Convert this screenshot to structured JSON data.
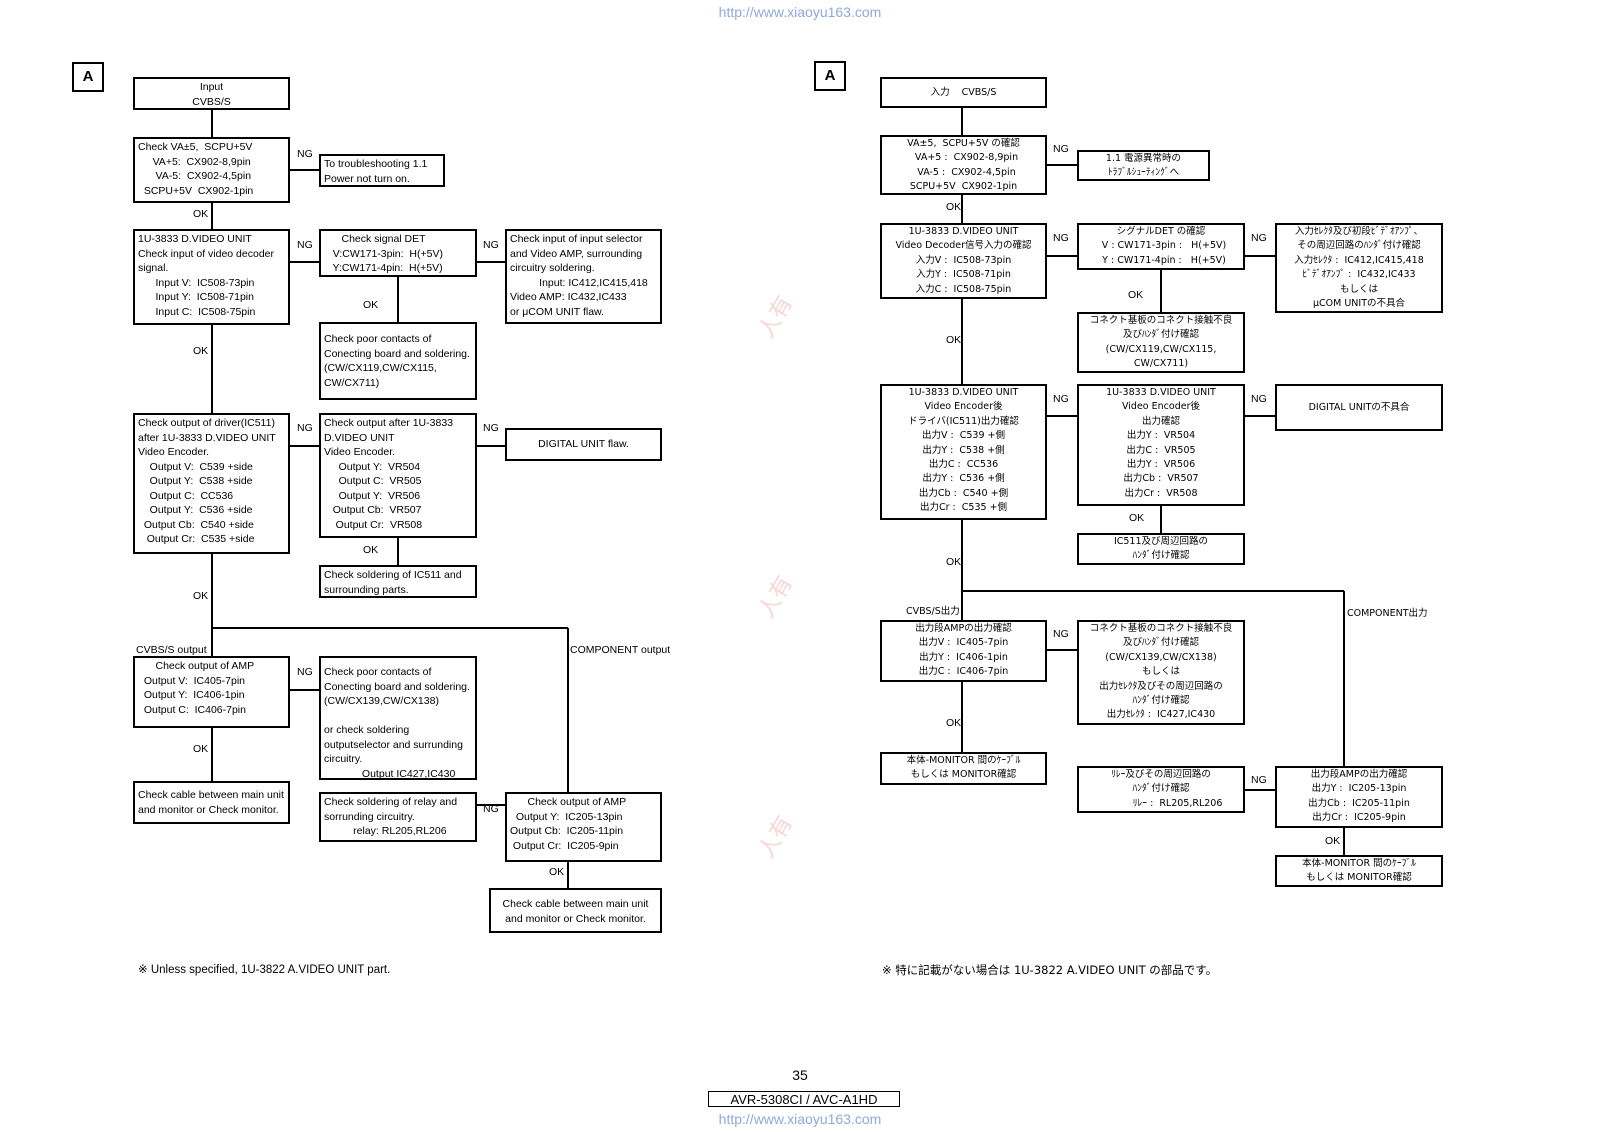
{
  "header_url": "http://www.xiaoyu163.com",
  "footer_url": "http://www.xiaoyu163.com",
  "page_number": "35",
  "model": "AVR-5308CI / AVC-A1HD",
  "left": {
    "letter": "A",
    "note": "※  Unless specified, 1U-3822 A.VIDEO UNIT part.",
    "boxes": {
      "input": "Input\nCVBS/S",
      "check_va": "Check VA±5,  SCPU+5V\n     VA+5:  CX902-8,9pin\n      VA-5:  CX902-4,5pin\n  SCPU+5V  CX902-1pin",
      "power": "To troubleshooting 1.1\nPower not turn on.",
      "decoder": "1U-3833 D.VIDEO UNIT\nCheck input of video decoder\nsignal.\n      Input V:  IC508-73pin\n      Input Y:  IC508-71pin\n      Input C:  IC508-75pin",
      "signal_det": "      Check signal DET\n   V:CW171-3pin:  H(+5V)\n   Y:CW171-4pin:  H(+5V)",
      "selector": "Check input of input selector\nand Video AMP, surrounding\ncircuitry soldering.\n          Input: IC412,IC415,418\nVideo AMP: IC432,IC433\nor μCOM UNIT flaw.",
      "poor1": "Check poor contacts of\nConecting board and soldering.\n(CW/CX119,CW/CX115,\nCW/CX711)",
      "driver": "Check output of driver(IC511)\nafter 1U-3833 D.VIDEO UNIT\nVideo Encoder.\n    Output V:  C539 +side\n    Output Y:  C538 +side\n    Output C:  CC536\n    Output Y:  C536 +side\n  Output Cb:  C540 +side\n   Output Cr:  C535 +side",
      "after_unit": "Check output after 1U-3833\nD.VIDEO UNIT\nVideo Encoder.\n     Output Y:  VR504\n     Output C:  VR505\n     Output Y:  VR506\n   Output Cb:  VR507\n    Output Cr:  VR508",
      "digital": "DIGITAL UNIT flaw.",
      "ic511": "Check soldering of IC511 and\nsurrounding parts.",
      "amp1": "      Check output of AMP\n  Output V:  IC405-7pin\n  Output Y:  IC406-1pin\n  Output C:  IC406-7pin",
      "poor2": "Check poor contacts of\nConecting board and soldering.\n(CW/CX139,CW/CX138)\n\nor check soldering\noutputselector and surrunding\ncircuitry.\n             Output IC427,IC430",
      "cable1": "Check cable between main unit\nand monitor or Check monitor.",
      "relay": "Check soldering of relay and\nsorrunding circuitry.\n          relay: RL205,RL206",
      "amp2": "      Check output of AMP\n  Output Y:  IC205-13pin\nOutput Cb:  IC205-11pin\n Output Cr:  IC205-9pin",
      "cable2": "Check cable between main unit\nand monitor or Check monitor."
    },
    "labels": {
      "cvbs_out": "CVBS/S output",
      "component_out": "COMPONENT output"
    }
  },
  "right": {
    "letter": "A",
    "note": "※  特に記載がない場合は 1U-3822 A.VIDEO UNIT の部品です。",
    "boxes": {
      "input": "入力    CVBS/S",
      "check_va": "VA±5,  SCPU+5V の確認\n  VA+5 :  CX902-8,9pin\n  VA-5 :  CX902-4,5pin\nSCPU+5V  CX902-1pin",
      "power": "1.1 電源異常時の\nﾄﾗﾌﾞﾙｼｭｰﾃｨﾝｸﾞへ",
      "decoder": "1U-3833 D.VIDEO UNIT\nVideo Decoder信号入力の確認\n入力V :  IC508-73pin\n入力Y :  IC508-71pin\n入力C :  IC508-75pin",
      "signal_det": "シグナルDET の確認\n  V : CW171-3pin :   H(+5V)\n  Y : CW171-4pin :   H(+5V)",
      "selector": "入力ｾﾚｸﾀ及び初段ﾋﾞﾃﾞｵｱﾝﾌﾟ、\nその周辺回路のﾊﾝﾀﾞ付け確認\n入力ｾﾚｸﾀ :  IC412,IC415,418\nﾋﾞﾃﾞｵｱﾝﾌﾟ :  IC432,IC433\nもしくは\nμCOM UNITの不具合",
      "poor1": "コネクト基板のコネクト接触不良\n及びﾊﾝﾀﾞ付け確認\n(CW/CX119,CW/CX115,\nCW/CX711)",
      "driver": "1U-3833 D.VIDEO UNIT\nVideo Encoder後\nドライバ(IC511)出力確認\n出力V :  C539 +側\n出力Y :  C538 +側\n出力C :  CC536\n出力Y :  C536 +側\n出力Cb :  C540 +側\n出力Cr :  C535 +側",
      "after_unit": "1U-3833 D.VIDEO UNIT\nVideo Encoder後\n出力確認\n出力Y :  VR504\n出力C :  VR505\n出力Y :  VR506\n出力Cb :  VR507\n出力Cr :  VR508",
      "digital": "DIGITAL UNITの不具合",
      "ic511": "IC511及び周辺回路の\nﾊﾝﾀﾞ付け確認",
      "amp1": "出力段AMPの出力確認\n出力V :  IC405-7pin\n出力Y :  IC406-1pin\n出力C :  IC406-7pin",
      "poor2": "コネクト基板のコネクト接触不良\n及びﾊﾝﾀﾞ付け確認\n(CW/CX139,CW/CX138)\nもしくは\n出力ｾﾚｸﾀ及びその周辺回路の\nﾊﾝﾀﾞ付け確認\n出力ｾﾚｸﾀ :  IC427,IC430",
      "cable1": "本体-MONITOR 間のｹｰﾌﾞﾙ\nもしくは MONITOR確認",
      "relay": "ﾘﾚｰ及びその周辺回路の\nﾊﾝﾀﾞ付け確認\n           ﾘﾚｰ :  RL205,RL206",
      "amp2": "出力段AMPの出力確認\n出力Y :  IC205-13pin\n出力Cb :  IC205-11pin\n出力Cr :  IC205-9pin",
      "cable2": "本体-MONITOR 間のｹｰﾌﾞﾙ\nもしくは MONITOR確認"
    },
    "labels": {
      "cvbs_out": "CVBS/S出力",
      "component_out": "COMPONENT出力"
    }
  },
  "flow": {
    "ok": "OK",
    "ng": "NG"
  }
}
